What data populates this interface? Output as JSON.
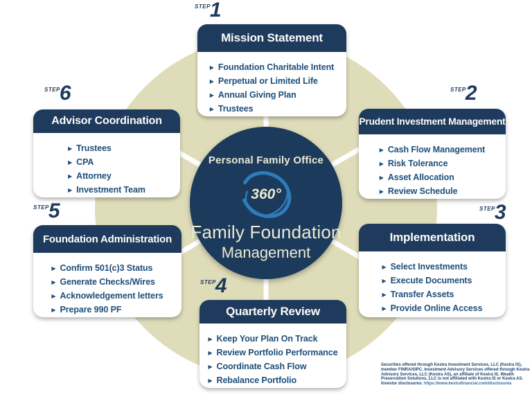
{
  "center": {
    "office_label": "Personal Family Office",
    "badge": "360°",
    "title_line1": "Family Foundation",
    "title_line2": "Management"
  },
  "icons": {
    "bullet": "▶"
  },
  "colors": {
    "navy": "#1e3a5c",
    "item_blue": "#1d4e79",
    "beige_ring": "#dfddb9",
    "ring_blue": "#2e7db8",
    "cream_text": "#ece9d2"
  },
  "steps": [
    {
      "step_word": "STEP",
      "num": "1",
      "title": "Mission Statement",
      "items": [
        "Foundation Charitable Intent",
        "Perpetual or Limited Life",
        "Annual Giving Plan",
        "Trustees"
      ]
    },
    {
      "step_word": "STEP",
      "num": "2",
      "title": "Prudent Investment Management",
      "items": [
        "Cash Flow Management",
        "Risk Tolerance",
        "Asset Allocation",
        "Review Schedule"
      ]
    },
    {
      "step_word": "STEP",
      "num": "3",
      "title": "Implementation",
      "items": [
        "Select Investments",
        "Execute Documents",
        "Transfer Assets",
        "Provide Online Access"
      ]
    },
    {
      "step_word": "STEP",
      "num": "4",
      "title": "Quarterly Review",
      "items": [
        "Keep Your Plan On Track",
        "Review Portfolio Performance",
        "Coordinate Cash Flow",
        "Rebalance Portfolio"
      ]
    },
    {
      "step_word": "STEP",
      "num": "5",
      "title": "Foundation Administration",
      "items": [
        "Confirm 501(c)3 Status",
        "Generate Checks/Wires",
        "Acknowledgement letters",
        "Prepare 990 PF"
      ]
    },
    {
      "step_word": "STEP",
      "num": "6",
      "title": "Advisor Coordination",
      "items": [
        "Trustees",
        "CPA",
        "Attorney",
        "Investment Team"
      ]
    }
  ],
  "disclaimer": {
    "text": "Securities offered through Kestra Investment Services, LLC (Kestra IS), member FINRA/SIPC. Investment Advisory Services offered through Kestra Advisory Services, LLC (Kestra AS), an affiliate of Kestra IS. Wealth Preservation Solutions, LLC is not affiliated with Kestra IS or Kestra AS. Investor disclosures: ",
    "link": "https://www.kestrafinancial.com/disclosures"
  }
}
